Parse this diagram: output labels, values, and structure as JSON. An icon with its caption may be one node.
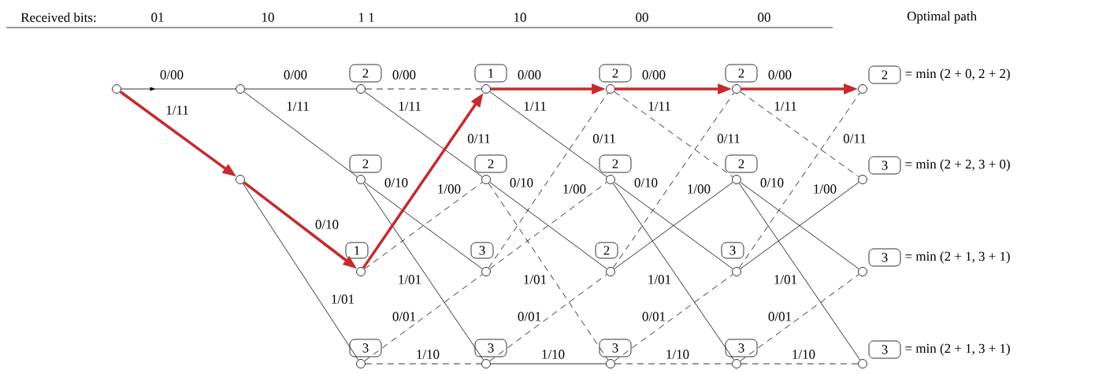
{
  "diagram": {
    "nodes": [
      {
        "text": [],
        "shape": "circle"
      },
      {
        "text": [],
        "shape": "circle"
      },
      {
        "text": [],
        "shape": "circle"
      },
      {
        "text": [],
        "shape": "circle"
      },
      {
        "text": [],
        "shape": "circle"
      },
      {
        "text": [],
        "shape": "circle"
      },
      {
        "text": [],
        "shape": "circle"
      },
      {
        "text": [],
        "shape": "circle"
      },
      {
        "text": [],
        "shape": "circle"
      },
      {
        "text": [],
        "shape": "circle"
      },
      {
        "text": [],
        "shape": "circle"
      },
      {
        "text": [],
        "shape": "circle"
      },
      {
        "text": [],
        "shape": "circle"
      },
      {
        "text": [],
        "shape": "circle"
      },
      {
        "text": [],
        "shape": "circle"
      },
      {
        "text": [],
        "shape": "circle"
      },
      {
        "text": [],
        "shape": "circle"
      },
      {
        "text": [],
        "shape": "circle"
      },
      {
        "text": [],
        "shape": "circle"
      },
      {
        "text": [],
        "shape": "circle"
      },
      {
        "text": [],
        "shape": "circle"
      },
      {
        "text": [],
        "shape": "circle"
      },
      {
        "text": [],
        "shape": "circle"
      },
      {
        "text": [
          "2"
        ]
      },
      {
        "text": [
          "2"
        ]
      },
      {
        "text": [
          "1"
        ]
      },
      {
        "text": [
          "3"
        ]
      },
      {
        "text": [
          "1"
        ]
      },
      {
        "text": [
          "2"
        ]
      },
      {
        "text": [
          "3"
        ]
      },
      {
        "text": [
          "3"
        ]
      },
      {
        "text": [
          "2"
        ]
      },
      {
        "text": [
          "2"
        ]
      },
      {
        "text": [
          "2"
        ]
      },
      {
        "text": [
          "3"
        ]
      },
      {
        "text": [
          "2"
        ]
      },
      {
        "text": [
          "2"
        ]
      },
      {
        "text": [
          "3"
        ]
      },
      {
        "text": [
          "3"
        ]
      },
      {
        "text": [
          "2"
        ],
        "beside": [
          "= min (2 + 0, 2 + 2)"
        ]
      },
      {
        "text": [
          "3"
        ],
        "beside": [
          "= min (2 + 2, 3 + 0)"
        ]
      },
      {
        "text": [
          "3"
        ],
        "beside": [
          "= min (2 + 1, 3 + 1)"
        ]
      },
      {
        "text": [
          "3"
        ],
        "beside": [
          "= min (2 + 1, 3 + 1)"
        ]
      }
    ],
    "edges": [
      {
        "from": 0,
        "to": 1,
        "arrow": "to",
        "label": "0/00"
      },
      {
        "from": 0,
        "to": 2,
        "arrow": "to",
        "label": "1/11",
        "style": "thick",
        "color": "#c62a2f"
      },
      {
        "from": 1,
        "to": 3,
        "arrow": "none",
        "label": "0/00"
      },
      {
        "from": 1,
        "to": 4,
        "arrow": "none",
        "label": "1/11"
      },
      {
        "from": 2,
        "to": 5,
        "arrow": "to",
        "label": "0/10",
        "style": "thick",
        "color": "#c62a2f"
      },
      {
        "from": 2,
        "to": 6,
        "arrow": "none",
        "label": "1/01"
      },
      {
        "from": 3,
        "to": 7,
        "arrow": "none",
        "label": "0/00",
        "style": "dashed"
      },
      {
        "from": 3,
        "to": 8,
        "arrow": "none",
        "label": "1/11"
      },
      {
        "from": 4,
        "to": 9,
        "arrow": "none",
        "label": "0/10"
      },
      {
        "from": 4,
        "to": 10,
        "arrow": "none",
        "label": "1/01"
      },
      {
        "from": 5,
        "to": 7,
        "arrow": "to",
        "label": "0/11",
        "style": "thick",
        "color": "#c62a2f"
      },
      {
        "from": 5,
        "to": 8,
        "arrow": "none",
        "label": "1/00",
        "style": "dashed"
      },
      {
        "from": 6,
        "to": 9,
        "arrow": "none",
        "label": "0/01",
        "style": "dashed"
      },
      {
        "from": 6,
        "to": 10,
        "arrow": "none",
        "label": "1/10",
        "style": "dashed"
      },
      {
        "from": 7,
        "to": 11,
        "arrow": "to",
        "label": "0/00",
        "style": "thick",
        "color": "#c62a2f"
      },
      {
        "from": 7,
        "to": 12,
        "arrow": "none",
        "label": "1/11"
      },
      {
        "from": 8,
        "to": 13,
        "arrow": "none",
        "label": "0/10"
      },
      {
        "from": 8,
        "to": 14,
        "arrow": "none",
        "label": "1/01",
        "style": "dashed"
      },
      {
        "from": 9,
        "to": 11,
        "arrow": "none",
        "label": "0/11",
        "style": "dashed"
      },
      {
        "from": 9,
        "to": 12,
        "arrow": "none",
        "label": "1/00",
        "style": "dashed"
      },
      {
        "from": 10,
        "to": 13,
        "arrow": "none",
        "label": "0/01",
        "style": "dashed"
      },
      {
        "from": 10,
        "to": 14,
        "arrow": "none",
        "label": "1/10"
      },
      {
        "from": 11,
        "to": 15,
        "arrow": "to",
        "label": "0/00",
        "style": "thick",
        "color": "#c62a2f"
      },
      {
        "from": 11,
        "to": 16,
        "arrow": "none",
        "label": "1/11",
        "style": "dashed"
      },
      {
        "from": 12,
        "to": 17,
        "arrow": "none",
        "label": "0/10"
      },
      {
        "from": 12,
        "to": 18,
        "arrow": "none",
        "label": "1/01"
      },
      {
        "from": 13,
        "to": 15,
        "arrow": "none",
        "label": "0/11",
        "style": "dashed"
      },
      {
        "from": 13,
        "to": 16,
        "arrow": "none",
        "label": "1/00"
      },
      {
        "from": 14,
        "to": 17,
        "arrow": "none",
        "label": "0/01",
        "style": "dashed"
      },
      {
        "from": 14,
        "to": 18,
        "arrow": "none",
        "label": "1/10",
        "style": "dashed"
      },
      {
        "from": 15,
        "to": 19,
        "arrow": "to",
        "label": "0/00",
        "style": "thick",
        "color": "#c62a2f"
      },
      {
        "from": 15,
        "to": 20,
        "arrow": "none",
        "label": "1/11",
        "style": "dashed"
      },
      {
        "from": 16,
        "to": 21,
        "arrow": "none",
        "label": "0/10"
      },
      {
        "from": 16,
        "to": 22,
        "arrow": "none",
        "label": "1/01"
      },
      {
        "from": 17,
        "to": 19,
        "arrow": "none",
        "label": "0/11",
        "style": "dashed"
      },
      {
        "from": 17,
        "to": 20,
        "arrow": "none",
        "label": "1/00"
      },
      {
        "from": 18,
        "to": 21,
        "arrow": "none",
        "label": "0/01",
        "style": "dashed"
      },
      {
        "from": 18,
        "to": 22,
        "arrow": "none",
        "label": "1/10",
        "style": "dashed"
      }
    ],
    "labels": [
      "Received bits:",
      "01",
      "10",
      "1 1",
      "10",
      "00",
      "00",
      "Optimal path"
    ]
  }
}
